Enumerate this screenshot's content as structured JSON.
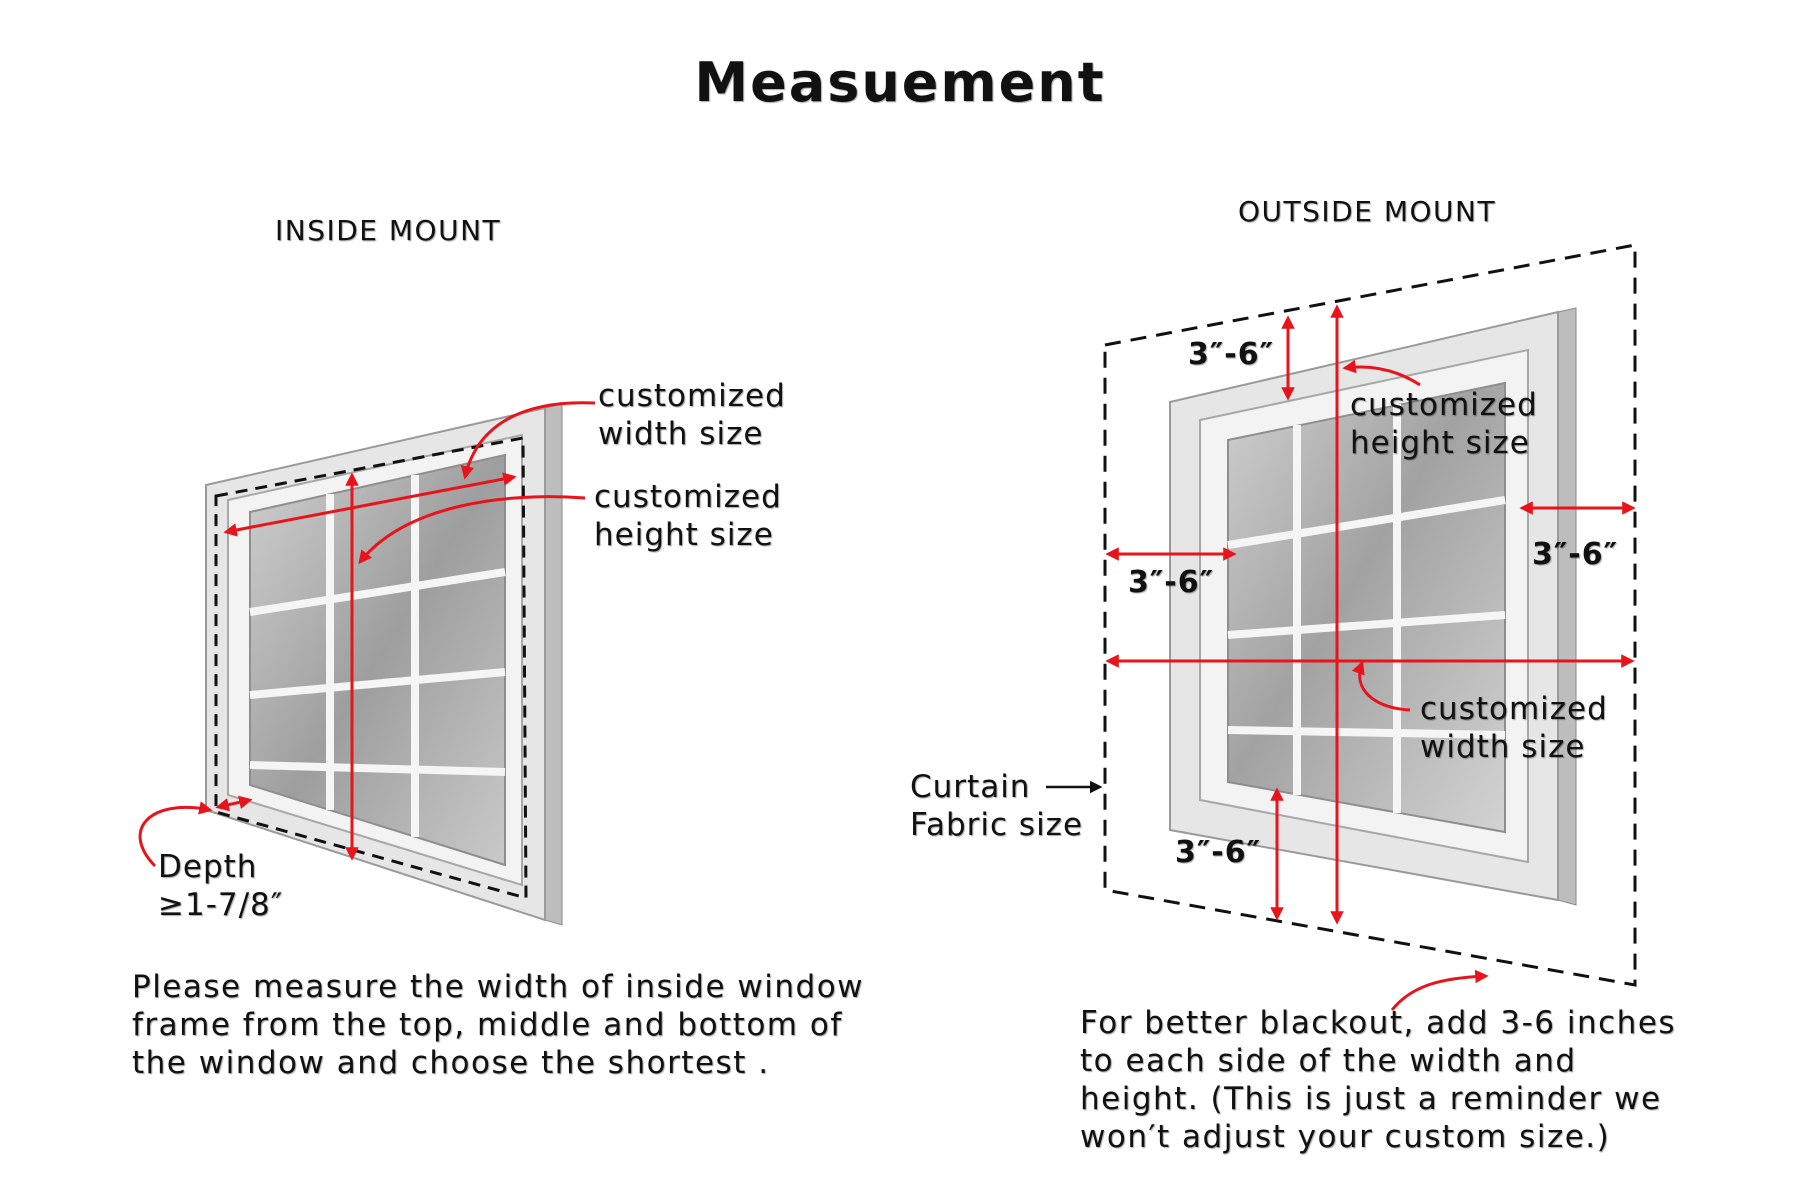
{
  "title": "Measuement",
  "inside_mount": {
    "heading": "INSIDE MOUNT",
    "width_label": "customized\nwidth size",
    "height_label": "customized\nheight size",
    "depth_label": "Depth\n≥1-7/8″",
    "instruction": "Please measure the width of inside window\nframe from the top, middle and bottom of\nthe window and choose the shortest ."
  },
  "outside_mount": {
    "heading": "OUTSIDE MOUNT",
    "top_offset": "3″-6″",
    "left_offset": "3″-6″",
    "right_offset": "3″-6″",
    "bottom_offset": "3″-6″",
    "height_label": "customized\nheight size",
    "width_label": "customized\nwidth size",
    "fabric_label": "Curtain\nFabric size",
    "instruction": "For better blackout, add 3-6 inches\nto each side of the width and\nheight. (This is just a reminder we\nwon′t adjust your custom size.)"
  },
  "colors": {
    "arrow": "#e8141b",
    "frame": "#d9d9d9",
    "glass": "#b8b8b8",
    "dashed": "#111111"
  },
  "icons": [
    "window-icon",
    "arrow-icon",
    "dashed-outline-icon"
  ]
}
